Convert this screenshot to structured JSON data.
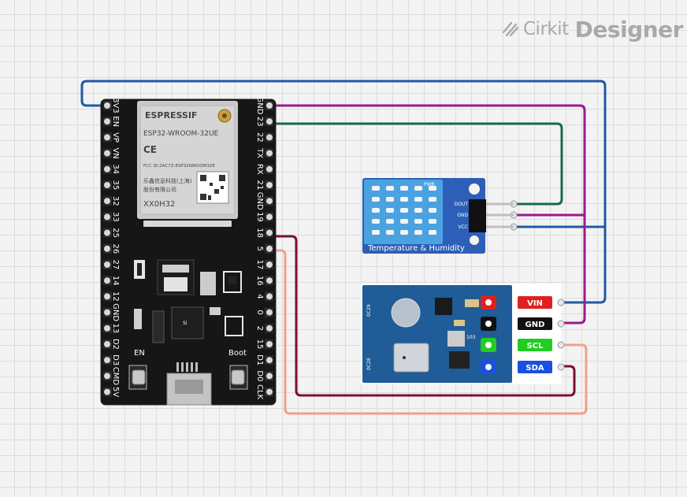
{
  "brand": {
    "name_light": "Cirkit",
    "name_bold": "Designer",
    "icon": "cirkit-logo-icon"
  },
  "esp32": {
    "module_brand": "ESPRESSIF",
    "module_model": "ESP32-WROOM-32UE",
    "module_fcc": "FCC ID:2AC7Z-ESP32WROOM32E",
    "module_maker": "乐鑫信息科技(上海)",
    "module_maker2": "股份有限公司",
    "module_code": "XX0H32",
    "ce_mark": "CE",
    "left_pins": [
      "3V3",
      "EN",
      "VP",
      "VN",
      "34",
      "35",
      "32",
      "33",
      "25",
      "26",
      "27",
      "14",
      "12",
      "GND",
      "13",
      "D2",
      "D3",
      "CMD",
      "5V"
    ],
    "right_pins": [
      "GND",
      "23",
      "22",
      "TX",
      "RX",
      "21",
      "GND",
      "19",
      "18",
      "5",
      "17",
      "16",
      "4",
      "0",
      "2",
      "15",
      "D1",
      "D0",
      "CLK"
    ],
    "button_en": "EN",
    "button_boot": "Boot"
  },
  "dht": {
    "pins": [
      "DOUT",
      "GND",
      "VCC"
    ],
    "pwr_label": "PWR",
    "caption": "Temperature & Humidity"
  },
  "bmp": {
    "pins": [
      "VIN",
      "GND",
      "SCL",
      "SDA"
    ],
    "pin_colors": [
      "#e02020",
      "#111111",
      "#22cc22",
      "#1a4fe0"
    ],
    "chip_labels": [
      "0C29",
      "0C28",
      "103"
    ]
  },
  "wire_colors": {
    "vcc": "#1f5aa6",
    "gnd": "#9b1a8f",
    "data": "#1a6b45",
    "scl": "#f0a08a",
    "sda": "#7a1035"
  }
}
